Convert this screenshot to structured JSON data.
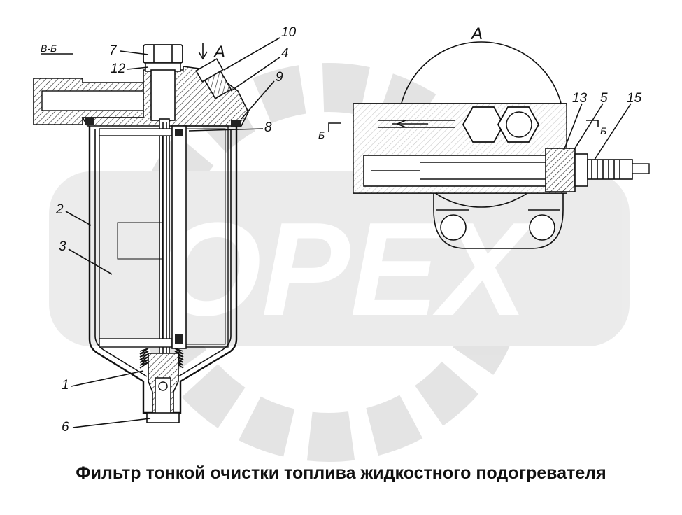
{
  "caption": "Фильтр тонкой очистки топлива жидкостного подогревателя",
  "section_label": "В-Б",
  "view_label": "А",
  "view_label_top": "А",
  "cut_marks": [
    "Б",
    "Б"
  ],
  "watermark": "OPEX",
  "callouts": [
    "1",
    "2",
    "3",
    "4",
    "5",
    "6",
    "7",
    "8",
    "9",
    "10",
    "12",
    "13",
    "15"
  ]
}
